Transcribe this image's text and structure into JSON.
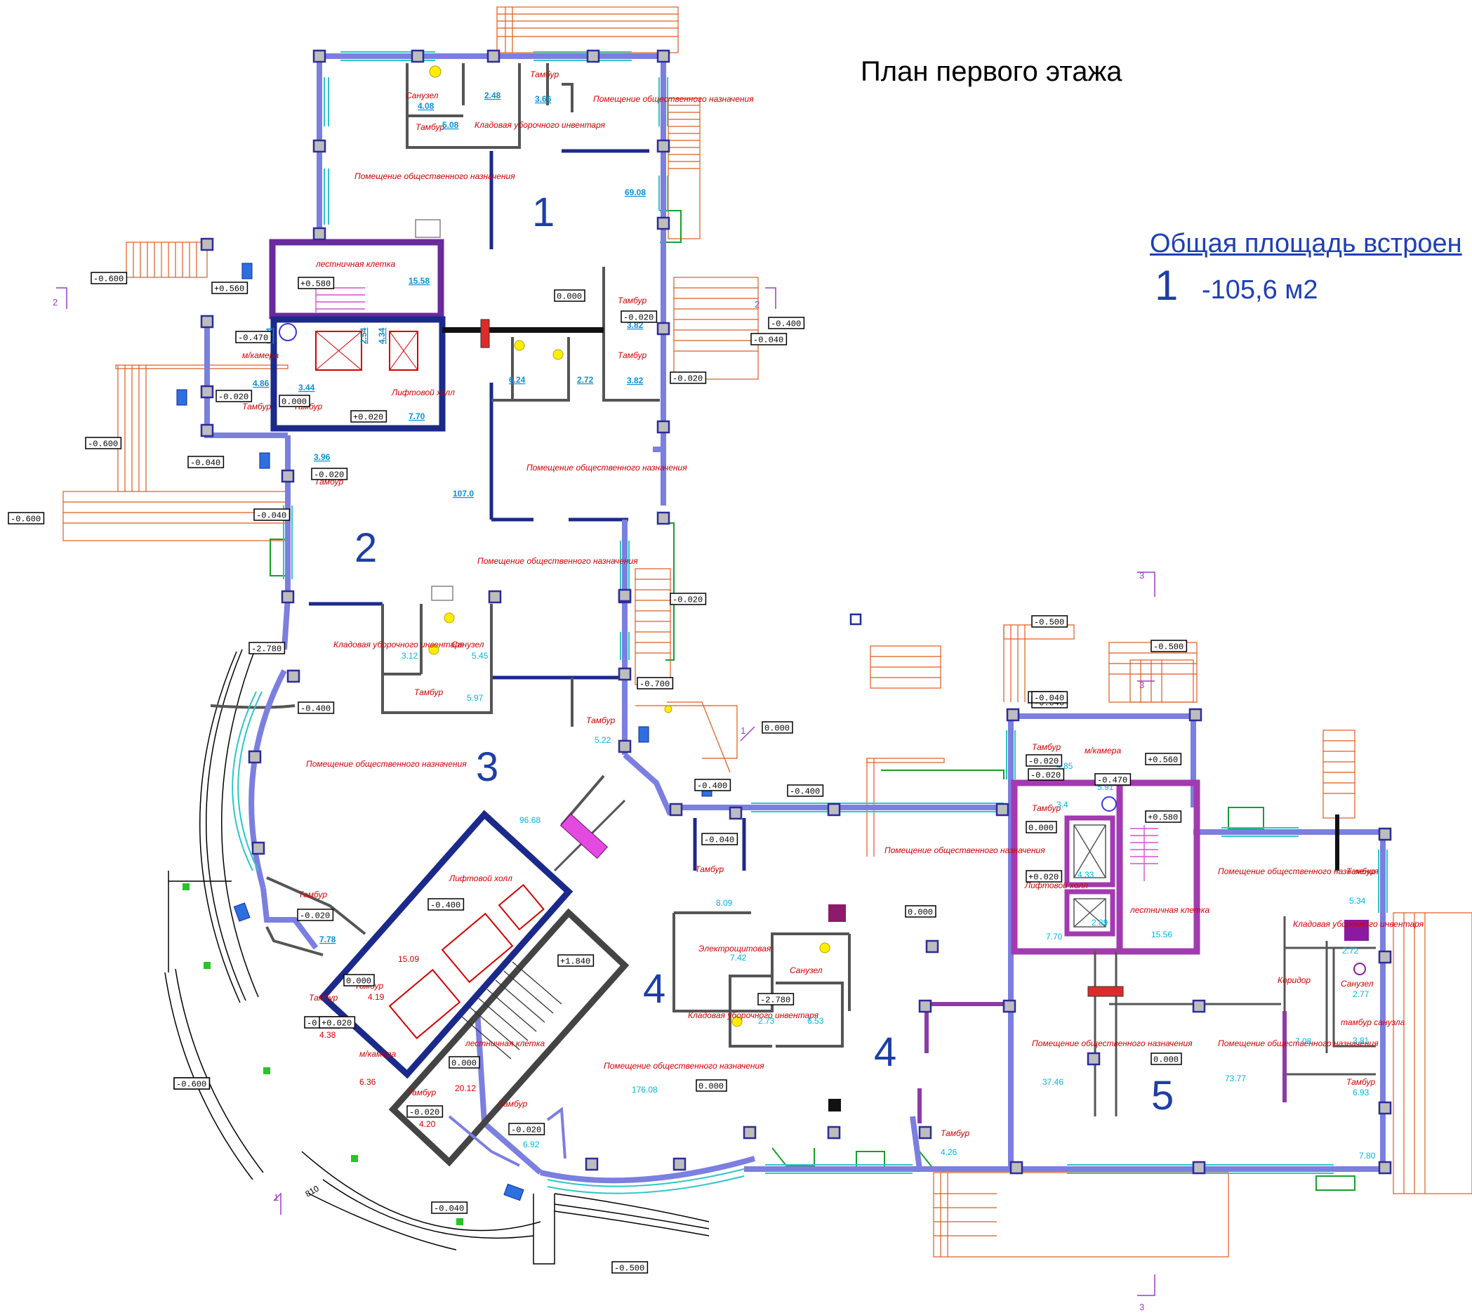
{
  "title": "План первого этажа",
  "summary": {
    "heading": "Общая площадь встроен",
    "sections": [
      {
        "number": "1",
        "value": "-105,6  м2"
      }
    ]
  },
  "section_numbers": [
    "1",
    "2",
    "3",
    "4",
    "4",
    "5"
  ],
  "room_labels": {
    "sanuzel": "Санузел",
    "tambur": "Тамбур",
    "kladovaya": "Кладовая уборочного инвентаря",
    "pom": "Помещение общественного назначения",
    "lest": "лестничная клетка",
    "mkam": "м/камера",
    "lift": "Лифтовой холл",
    "electro": "Электрощитовая",
    "koridor": "Коридор",
    "tambur_sanuzla": "тамбур санузла"
  },
  "areas": [
    "4.08",
    "2.48",
    "3.66",
    "5.08",
    "69.08",
    "15.58",
    "5.64",
    "2.54",
    "4.34",
    "3.82",
    "3.82",
    "6.24",
    "2.72",
    "4.86",
    "3.44",
    "7.70",
    "3.96",
    "107.0",
    "3.12",
    "5.45",
    "5.97",
    "5.22",
    "96.68",
    "7.78",
    "15.09",
    "4.19",
    "4.38",
    "6.36",
    "20.12",
    "4.20",
    "6.92",
    "8.09",
    "7.42",
    "2.73",
    "6.53",
    "176.08",
    "4.85",
    "3.4",
    "5.91",
    "4.33",
    "2.89",
    "7.70",
    "15.56",
    "37.46",
    "73.77",
    "5.34",
    "2.72",
    "2.77",
    "3.81",
    "7.08",
    "6.93",
    "7.80",
    "4.26"
  ],
  "levels": [
    "-0.600",
    "-0.600",
    "-0.600",
    "-0.600",
    "+0.560",
    "+0.580",
    "-0.470",
    "-0.020",
    "0.000",
    "+0.020",
    "-0.040",
    "-0.020",
    "-0.040",
    "-0.020",
    "0.000",
    "-0.020",
    "-0.020",
    "-0.040",
    "-0.400",
    "-2.780",
    "-2.780",
    "-0.400",
    "-0.700",
    "0.000",
    "-0.400",
    "-0.400",
    "-0.040",
    "-0.020",
    "-0.400",
    "-0.020",
    "0.000",
    "+0.020",
    "-0.020",
    "-0.040",
    "-0.020",
    "+1.840",
    "0.000",
    "-0.020",
    "-0.020",
    "-0.040",
    "-0.500",
    "0.000",
    "0.000",
    "-0.500",
    "-0.500",
    "-0.040",
    "-0.020",
    "-0.470",
    "+0.560",
    "0.000",
    "+0.580",
    "+0.020",
    "0.000",
    "-0.600"
  ],
  "section_marks": [
    "2",
    "2",
    "3",
    "3",
    "3",
    "1",
    "1"
  ],
  "dimension": "810"
}
